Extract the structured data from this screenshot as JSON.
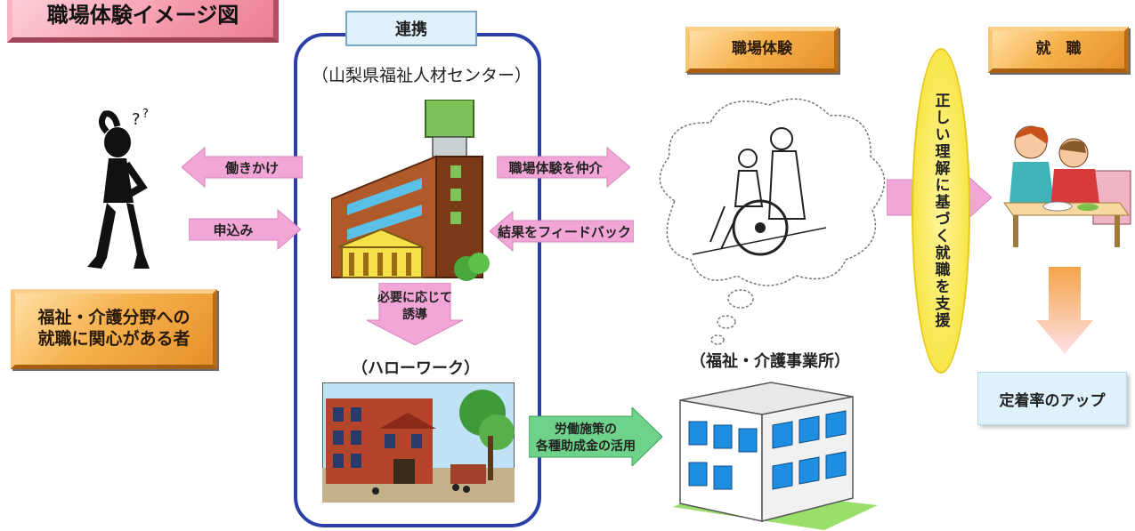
{
  "title": "職場体験イメージ図",
  "renkei_label": "連携",
  "center_label": "（山梨県福祉人材センター）",
  "hellowork_label": "（ハローワーク）",
  "applicant_box": {
    "line1": "福祉・介護分野への",
    "line2": "就職に関心がある者"
  },
  "arrows": {
    "hatarakikake": "働きかけ",
    "moushikomi": "申込み",
    "chukai": "職場体験を仲介",
    "feedback": "結果をフィードバック",
    "yudo_line1": "必要に応じて",
    "yudo_line2": "誘導",
    "josei_line1": "労働施策の",
    "josei_line2": "各種助成金の活用"
  },
  "shokuba_taiken": "職場体験",
  "facility_label": "（福祉・介護事業所）",
  "vertical_support": "正しい理解に基づく就職を支援",
  "shushoku": "就　職",
  "teichaku": "定着率のアップ",
  "colors": {
    "blue_border": "#2a3fa8",
    "pink_arrow": "#f2a6d8",
    "green_arrow": "#6fd28a",
    "orange_box": "#f6b24e",
    "yellow_ellipse": "#f8e64a",
    "light_blue_box": "#dff2fb"
  }
}
